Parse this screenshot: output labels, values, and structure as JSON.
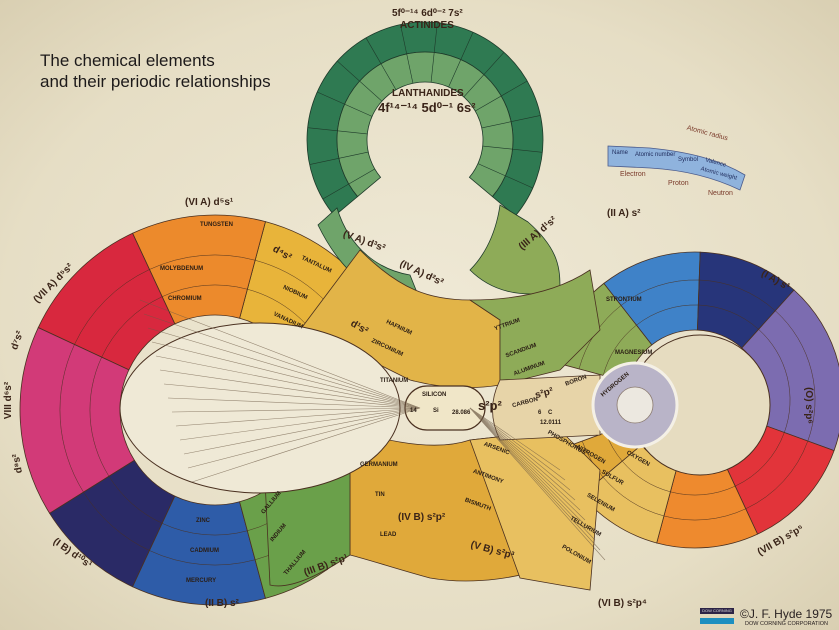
{
  "title": {
    "line1": "The chemical elements",
    "line2": "and their periodic relationships"
  },
  "top_loop": {
    "actinides_config": "5f⁰⁻¹⁴ 6d⁰⁻² 7s²",
    "actinides_label": "ACTINIDES",
    "lanthanides_label": "LANTHANIDES",
    "lanthanides_config": "4f¹⁴⁻¹⁴ 5d⁰⁻¹ 6s²"
  },
  "groups": {
    "via": "(VI A) d⁵s¹",
    "va": "(V A) d³s²",
    "iva": "(IV A) d²s²",
    "iiia": "(III A) d¹s²",
    "iia": "(II A) s²",
    "ia": "(I A) s¹",
    "o": "(O) s²p⁶",
    "viib": "(VII B) s²p⁵",
    "vib": "(VI B) s²p⁴",
    "vb": "(V B) s²p³",
    "ivb": "(IV B) s²p²",
    "iiib": "(III B) s²p¹",
    "iib": "(II B) s²",
    "ib": "(I B) d¹⁰s¹",
    "viii": "VIII d⁶s²",
    "viia": "(VII A) d⁵s²",
    "d7s2": "d⁷s²",
    "d8s2": "d⁸s²",
    "d4s2": "d⁴s²",
    "d1s2": "d¹s²",
    "sp": "s²p²",
    "carbon_sp": "s²p²"
  },
  "elements": {
    "silicon": "SILICON",
    "silicon_num": "14",
    "silicon_sym": "Si",
    "silicon_wt": "28.086",
    "carbon": "CARBON",
    "carbon_num": "6",
    "carbon_sym": "C",
    "carbon_wt": "12.0111",
    "hydrogen": "HYDROGEN",
    "tungsten": "TUNGSTEN",
    "molybdenum": "MOLYBDENUM",
    "chromium": "CHROMIUM",
    "tantalum": "TANTALUM",
    "niobium": "NIOBIUM",
    "vanadium": "VANADIUM",
    "hafnium": "HAFNIUM",
    "zirconium": "ZIRCONIUM",
    "titanium": "TITANIUM",
    "yttrium": "YTTRIUM",
    "scandium": "SCANDIUM",
    "aluminum": "ALUMINUM",
    "boron": "BORON",
    "strontium": "STRONTIUM",
    "magnesium": "MAGNESIUM",
    "germanium": "GERMANIUM",
    "tin": "TIN",
    "lead": "LEAD",
    "arsenic": "ARSENIC",
    "antimony": "ANTIMONY",
    "bismuth": "BISMUTH",
    "phosphorus": "PHOSPHORUS",
    "nitrogen": "NITROGEN",
    "oxygen": "OXYGEN",
    "sulfur": "SULFUR",
    "selenium": "SELENIUM",
    "tellurium": "TELLURIUM",
    "polonium": "POLONIUM",
    "gallium": "GALLIUM",
    "indium": "INDIUM",
    "thallium": "THALLIUM",
    "zinc": "ZINC",
    "cadmium": "CADMIUM",
    "mercury": "MERCURY"
  },
  "legend": {
    "atomic_radius": "Atomic radius",
    "name": "Name",
    "atomic_number": "Atomic number",
    "symbol": "Symbol",
    "valence": "Valence",
    "atomic_weight": "Atomic weight",
    "electron": "Electron",
    "proton": "Proton",
    "neutron": "Neutron"
  },
  "credit": {
    "author": "©J. F. Hyde  1975",
    "corporation": "DOW CORNING CORPORATION",
    "logo_text": "DOW CORNING"
  },
  "colors": {
    "va": "#e8b43a",
    "via": "#ec8a2c",
    "viia": "#d8283e",
    "viii": "#d23a78",
    "ib": "#2a2a66",
    "iib": "#2e5ca8",
    "iiib": "#6aa04a",
    "iiia": "#8eab58",
    "iia": "#3f82c8",
    "ia": "#27357a",
    "o": "#7c6cb0",
    "viib": "#e2343a",
    "vib": "#ee8a2e",
    "vb": "#e8c060",
    "ivb": "#e0a93a",
    "iva": "#e2b448",
    "actinides": "#2f7a52",
    "lanthanides": "#6fa46a",
    "hydrogen": "#b9b4c8",
    "legend": "#8fb3dd"
  }
}
